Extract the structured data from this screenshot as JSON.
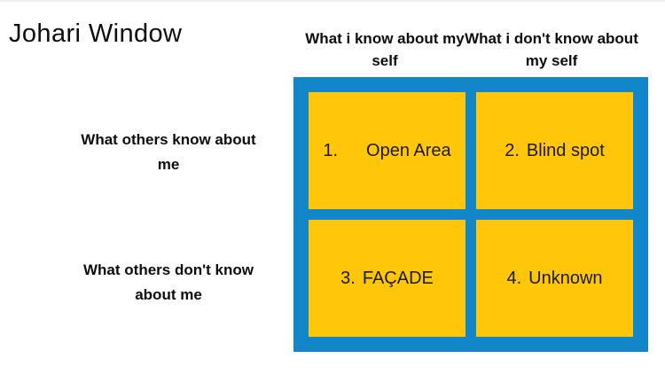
{
  "title": "Johari Window",
  "colors": {
    "frame_blue": "#1187C9",
    "cell_yellow": "#FFC60A",
    "text_black": "#111111",
    "top_line_gray": "#efefef"
  },
  "columns": [
    {
      "label": "What i know about my self"
    },
    {
      "label": "What i don't know about my self"
    }
  ],
  "rows": [
    {
      "label": "What others know about me"
    },
    {
      "label": "What others don't know about me"
    }
  ],
  "grid": {
    "cells": [
      {
        "num": "1.",
        "text": "Open Area"
      },
      {
        "num": "2.",
        "text": "Blind spot"
      },
      {
        "num": "3.",
        "text": "FAÇADE"
      },
      {
        "num": "4.",
        "text": "Unknown"
      }
    ]
  }
}
